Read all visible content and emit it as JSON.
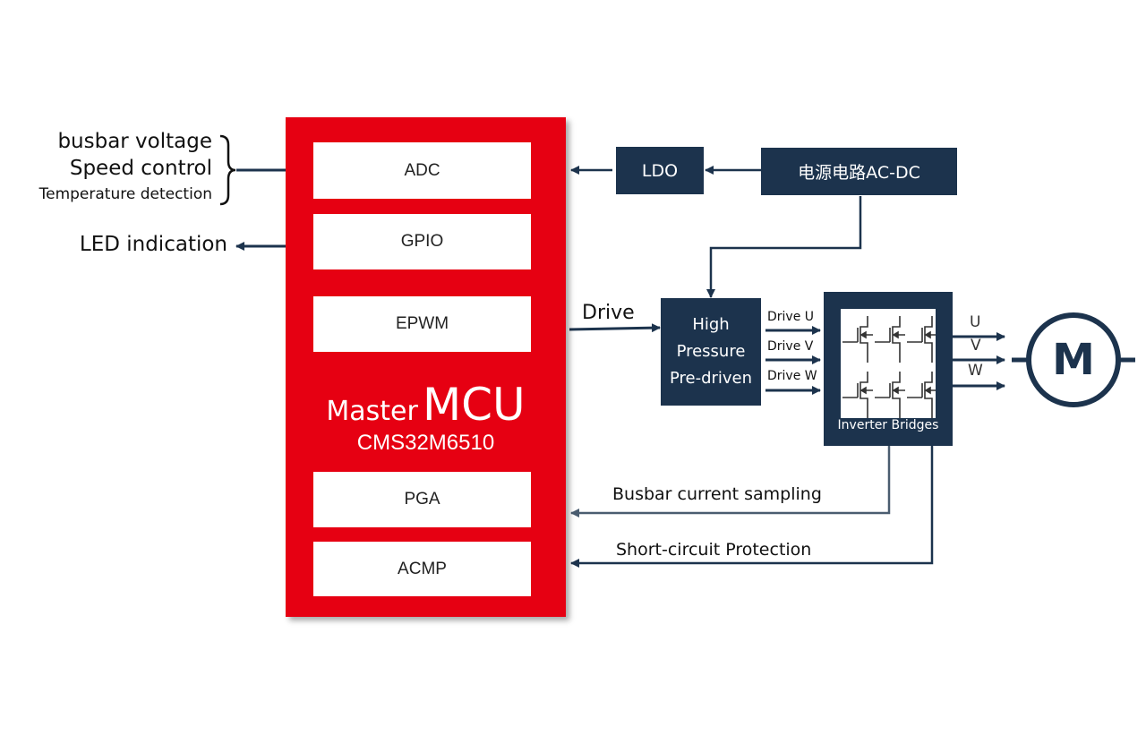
{
  "inputs": {
    "adc_signals": [
      "busbar voltage",
      "Speed control",
      "Temperature detection"
    ],
    "gpio_output": "LED indication"
  },
  "mcu": {
    "modules": [
      "ADC",
      "GPIO",
      "EPWM",
      "PGA",
      "ACMP"
    ],
    "title_prefix": "Master",
    "title_main": "MCU",
    "part_number": "CMS32M6510"
  },
  "power": {
    "ldo": "LDO",
    "acdc": "电源电路AC-DC"
  },
  "drive": {
    "label": "Drive",
    "predriver_lines": [
      "High",
      "Pressure",
      "Pre-driven"
    ],
    "phase_drives": [
      "Drive U",
      "Drive V",
      "Drive W"
    ]
  },
  "inverter": {
    "label": "Inverter Bridges",
    "phases": [
      "U",
      "V",
      "W"
    ]
  },
  "motor": {
    "symbol": "M"
  },
  "feedback": {
    "current": "Busbar current sampling",
    "protection": "Short-circuit Protection"
  },
  "colors": {
    "mcu_red": "#e60012",
    "navy": "#1c334d"
  }
}
